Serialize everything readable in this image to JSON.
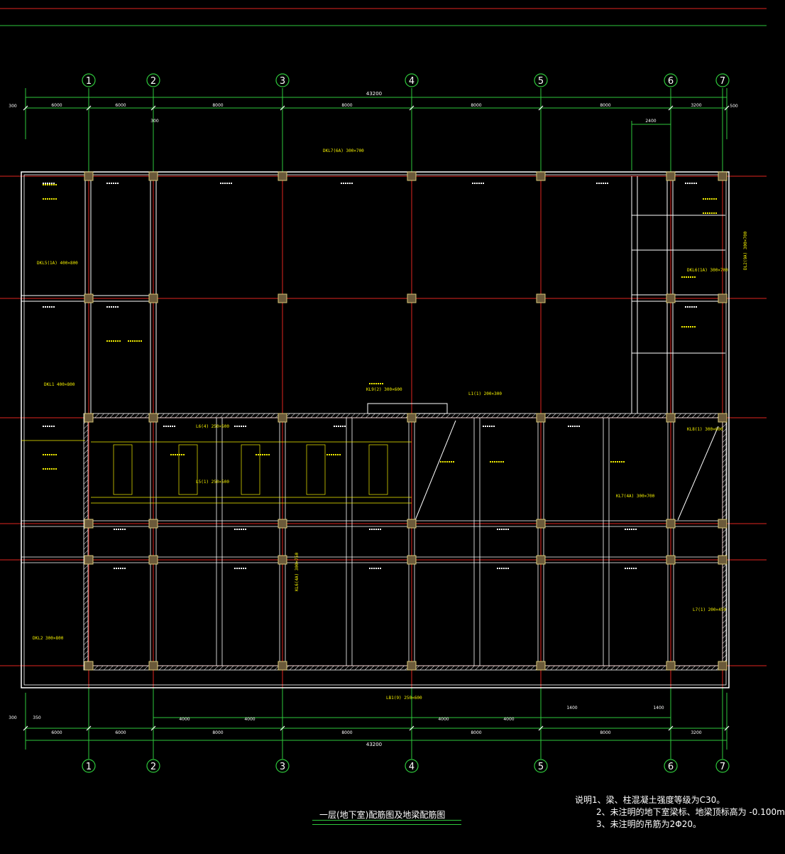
{
  "drawing": {
    "title": "一层(地下室)配筋图及地梁配筋图",
    "total_dimension": "43200",
    "axes": [
      "1",
      "2",
      "3",
      "4",
      "5",
      "6",
      "7"
    ],
    "span_dimensions": [
      "6000",
      "6000",
      "8000",
      "8000",
      "8000",
      "8000",
      "3200"
    ],
    "edge_offsets": {
      "left": "300",
      "right": "500"
    },
    "bay_dimensions_bottom": [
      "4000",
      "4000",
      "4000",
      "4000"
    ],
    "small_dims": {
      "top_a": "300",
      "top_b": "2400",
      "bottom_a": "1400",
      "bottom_b": "1400",
      "bottom_350": "350"
    },
    "beam_labels": [
      {
        "id": "b1",
        "text": "DKL7(6A) 300×700"
      },
      {
        "id": "b2",
        "text": "KL9(2) 300×600"
      },
      {
        "id": "b3",
        "text": "L1(1) 200×300"
      },
      {
        "id": "b4",
        "text": "DKL5(1A) 400×800"
      },
      {
        "id": "b5",
        "text": "DKL1 400×800"
      },
      {
        "id": "b6",
        "text": "L6(4) 250×500"
      },
      {
        "id": "b7",
        "text": "L5(1) 250×500"
      },
      {
        "id": "b8",
        "text": "KL7(4A) 300×700"
      },
      {
        "id": "b9",
        "text": "KL8(1) 300×600"
      },
      {
        "id": "b10",
        "text": "L7(1) 200×450"
      },
      {
        "id": "b11",
        "text": "DKL2 300×800"
      },
      {
        "id": "b12",
        "text": "LB1(9) 250×600"
      },
      {
        "id": "b13",
        "text": "KL6(4A) 300×750"
      },
      {
        "id": "b14",
        "text": "DL2(9A) 300×700"
      },
      {
        "id": "b15",
        "text": "DKL6(1A) 300×700"
      }
    ],
    "notes": [
      "说明1、梁、柱混凝土强度等级为C30。",
      "2、未注明的地下室梁标、地梁顶标高为 -0.100m",
      "3、未注明的吊筋为2Φ20。"
    ],
    "colors": {
      "background": "#000000",
      "axis_line": "#e0261f",
      "dimension_line": "#2ec93b",
      "wall": "#ffffff",
      "annotation": "#f4f000",
      "column": "#d8c878"
    }
  }
}
